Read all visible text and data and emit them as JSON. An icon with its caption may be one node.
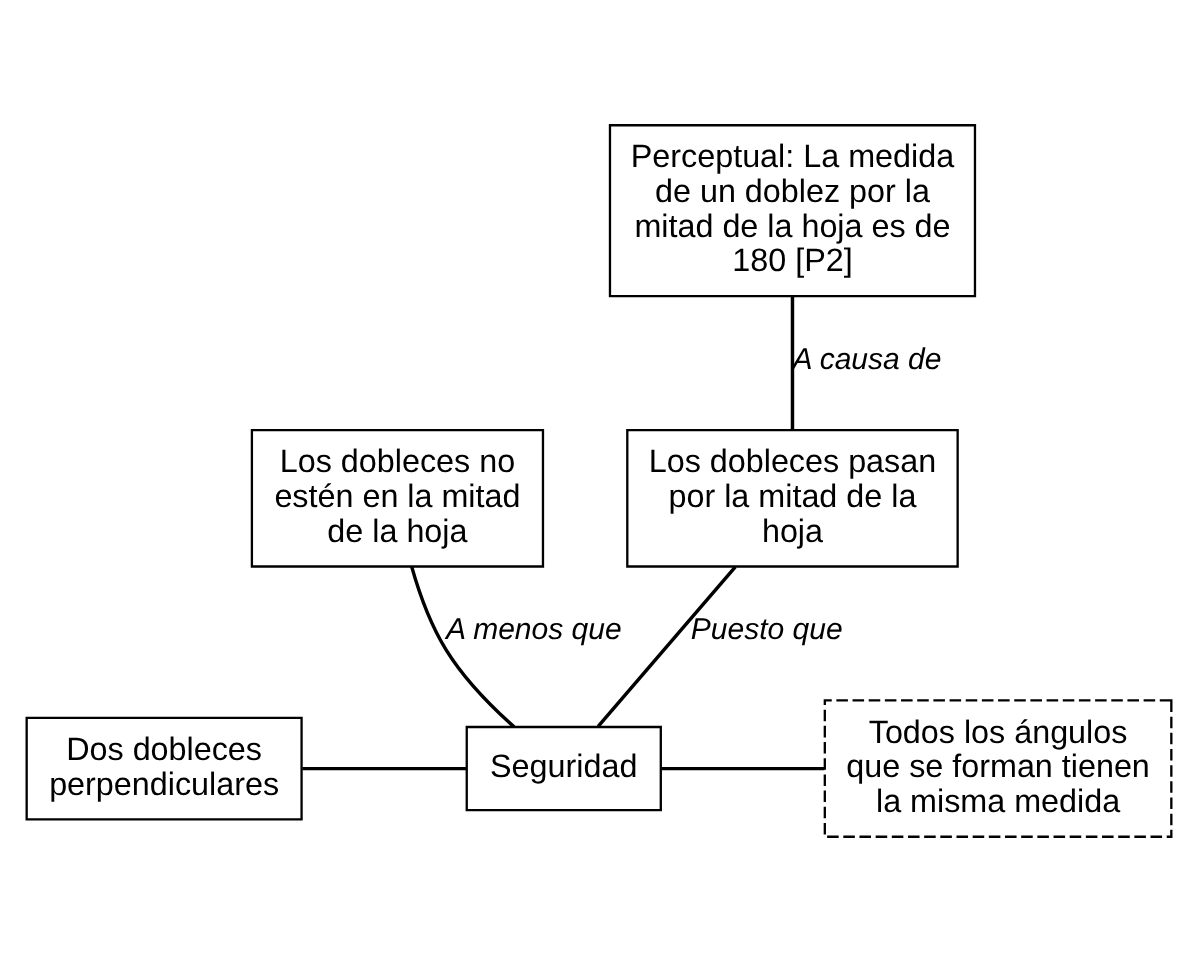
{
  "diagram": {
    "nodes": [
      {
        "text": [
          "Los dobleces no estén en la mitad de la hoja"
        ]
      },
      {
        "text": [
          "Dos dobleces perpendiculares"
        ]
      },
      {
        "text": [
          "Seguridad"
        ]
      },
      {
        "text": [
          "Todos los ángulos que se forman tienen la misma medida"
        ]
      },
      {
        "text": [
          "Los dobleces pasan por la mitad de la hoja"
        ]
      },
      {
        "text": [
          "Perceptual: La medida de un doblez por la mitad de la hoja es de 180 [P2]"
        ]
      }
    ],
    "edges": [
      {
        "from": 0,
        "to": 2,
        "arrow": "none",
        "label": "A menos que"
      },
      {
        "from": 1,
        "to": 2,
        "arrow": "none"
      },
      {
        "from": 2,
        "to": 3,
        "arrow": "none"
      },
      {
        "from": 4,
        "to": 2,
        "arrow": "none",
        "label": "Puesto que"
      },
      {
        "from": 5,
        "to": 4,
        "arrow": "none",
        "label": "A causa de"
      }
    ]
  }
}
